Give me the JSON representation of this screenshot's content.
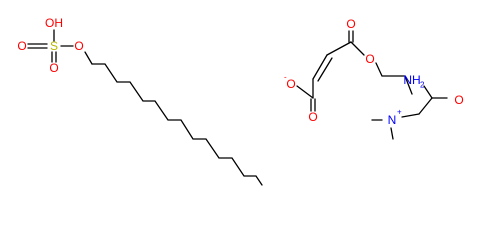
{
  "molecule": {
    "atoms": {
      "oh_top": "OH",
      "s": "S",
      "o_left": "O",
      "o_down": "O",
      "o_right": "O",
      "o_ester": "O",
      "o_carbonyl": "O",
      "o_minus": "O",
      "minus": "-",
      "o_acid": "O",
      "n_plus": "N",
      "plus": "+",
      "nh2": "NH",
      "nh2_sub": "2",
      "oh_amide": "O"
    },
    "colors": {
      "oxygen": "#ff0000",
      "nitrogen": "#0000ff",
      "sulfur": "#b8b800",
      "carbon": "#000000"
    }
  }
}
